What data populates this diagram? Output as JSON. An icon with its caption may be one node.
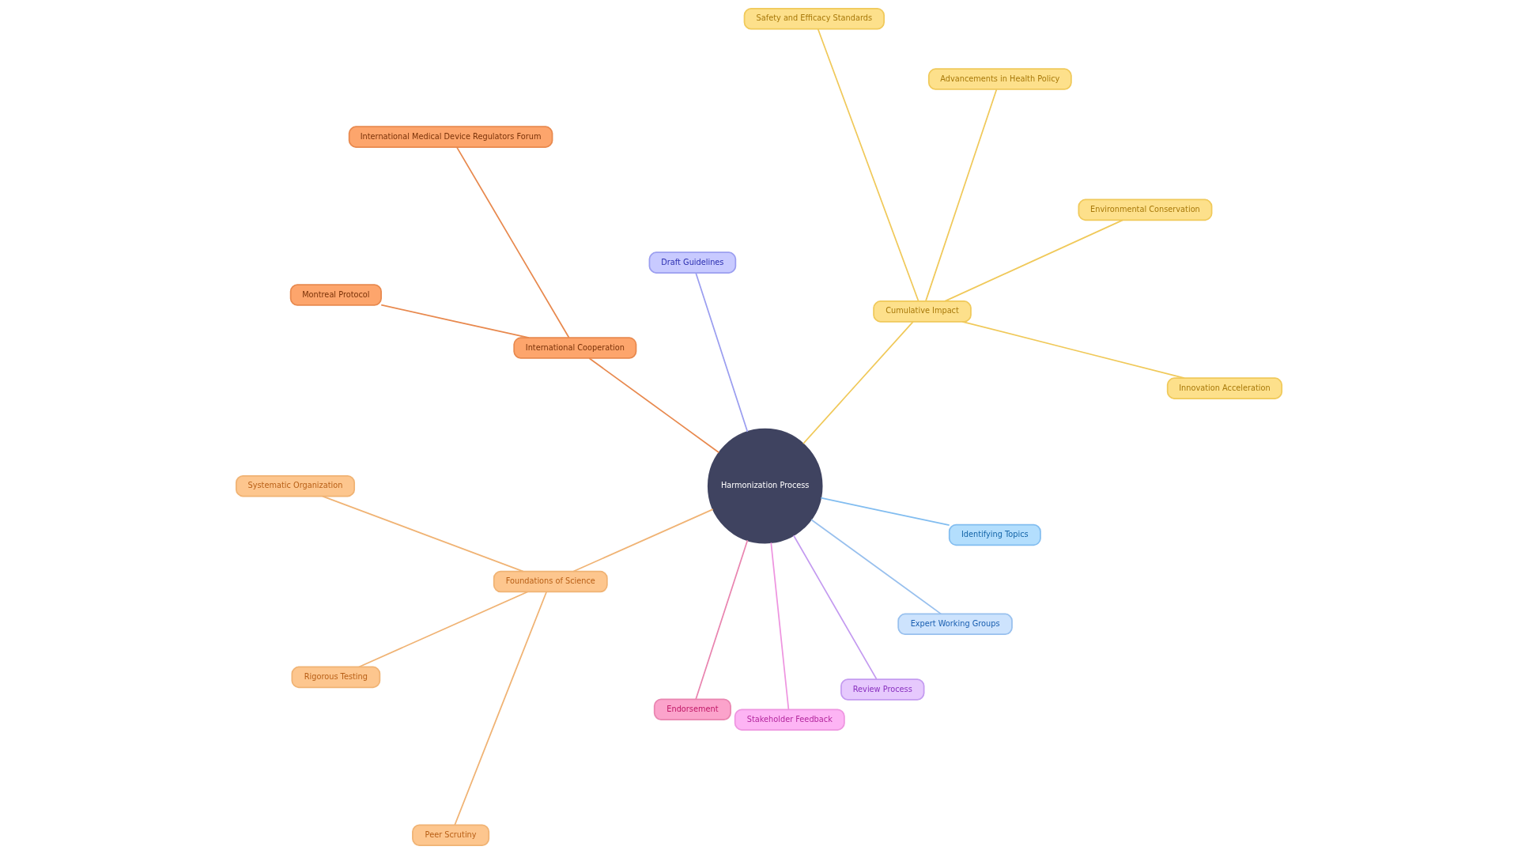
{
  "diagram": {
    "nodes": [
      {
        "text": [
          "Harmonization Process"
        ]
      },
      {
        "text": [
          "Innovation Acceleration"
        ]
      },
      {
        "text": [
          "Environmental Conservation"
        ]
      },
      {
        "text": [
          "Advancements in Health Policy"
        ]
      },
      {
        "text": [
          "Safety and Efficacy Standards"
        ]
      },
      {
        "text": [
          "Cumulative Impact"
        ]
      },
      {
        "text": [
          "Systematic Organization"
        ]
      },
      {
        "text": [
          "Draft Guidelines"
        ]
      },
      {
        "text": [
          "International Medical Device Regulators Forum"
        ]
      },
      {
        "text": [
          "International Cooperation"
        ]
      },
      {
        "text": [
          "Foundations of Science"
        ]
      },
      {
        "text": [
          "Endorsement"
        ]
      },
      {
        "text": [
          "Rigorous Testing"
        ]
      },
      {
        "text": [
          "Montreal Protocol"
        ]
      },
      {
        "text": [
          "Stakeholder Feedback"
        ]
      },
      {
        "text": [
          "Review Process"
        ]
      },
      {
        "text": [
          "Peer Scrutiny"
        ]
      },
      {
        "text": [
          "Expert Working Groups"
        ]
      },
      {
        "text": [
          "Identifying Topics"
        ]
      }
    ],
    "edges": [
      {
        "from": 0,
        "to": 5,
        "arrow": "none",
        "color": "#f0c95a"
      },
      {
        "from": 0,
        "to": 7,
        "arrow": "none",
        "color": "#9b9ef0"
      },
      {
        "from": 0,
        "to": 9,
        "arrow": "none",
        "color": "#e8894e"
      },
      {
        "from": 0,
        "to": 10,
        "arrow": "none",
        "color": "#f0b374"
      },
      {
        "from": 0,
        "to": 11,
        "arrow": "none",
        "color": "#e985b0"
      },
      {
        "from": 0,
        "to": 14,
        "arrow": "none",
        "color": "#ee95e0"
      },
      {
        "from": 0,
        "to": 15,
        "arrow": "none",
        "color": "#c49bf0"
      },
      {
        "from": 0,
        "to": 17,
        "arrow": "none",
        "color": "#98c0ee"
      },
      {
        "from": 0,
        "to": 18,
        "arrow": "none",
        "color": "#82bdf0"
      },
      {
        "from": 5,
        "to": 1,
        "arrow": "none",
        "color": "#f0c95a"
      },
      {
        "from": 5,
        "to": 2,
        "arrow": "none",
        "color": "#f0c95a"
      },
      {
        "from": 5,
        "to": 3,
        "arrow": "none",
        "color": "#f0c95a"
      },
      {
        "from": 5,
        "to": 4,
        "arrow": "none",
        "color": "#f0c95a"
      },
      {
        "from": 9,
        "to": 8,
        "arrow": "none",
        "color": "#e8894e"
      },
      {
        "from": 9,
        "to": 13,
        "arrow": "none",
        "color": "#e8894e"
      },
      {
        "from": 10,
        "to": 6,
        "arrow": "none",
        "color": "#f0b374"
      },
      {
        "from": 10,
        "to": 12,
        "arrow": "none",
        "color": "#f0b374"
      },
      {
        "from": 10,
        "to": 16,
        "arrow": "none",
        "color": "#f0b374"
      }
    ]
  }
}
